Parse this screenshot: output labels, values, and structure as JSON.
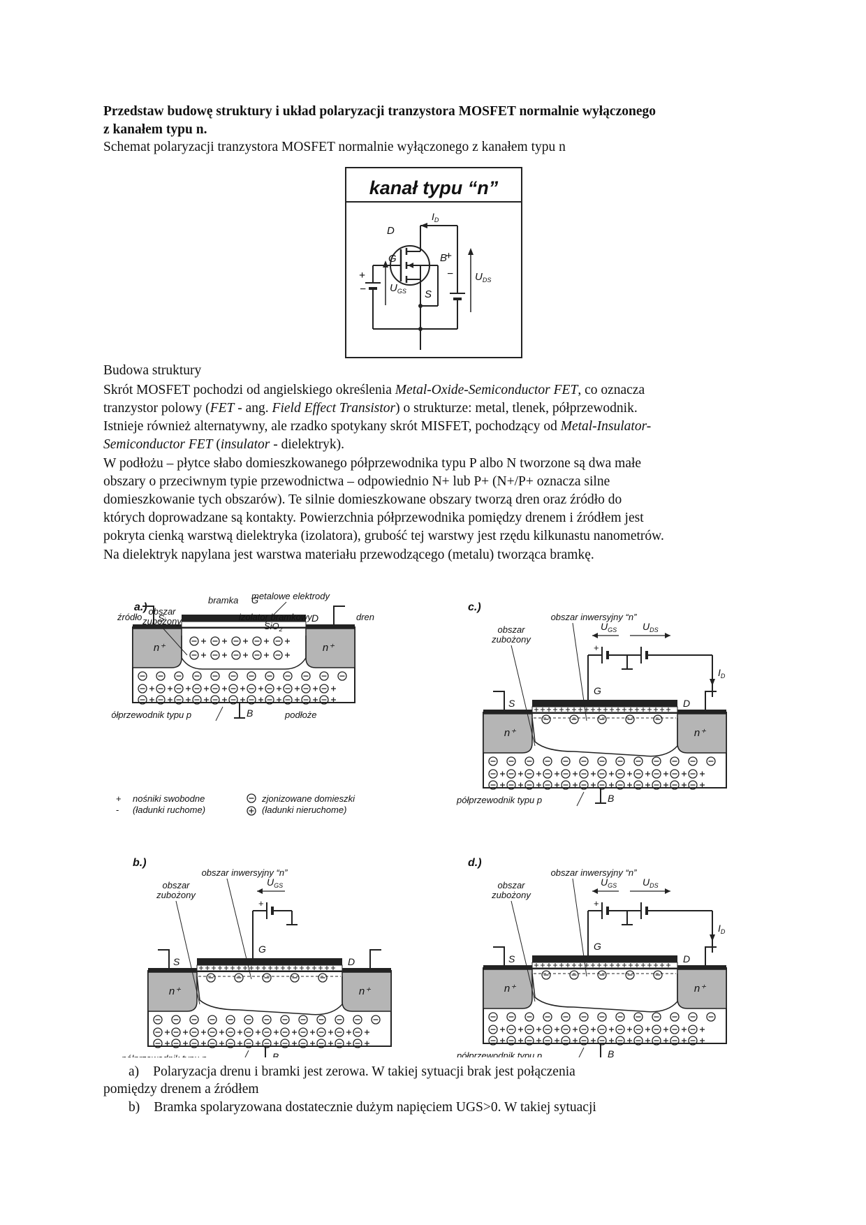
{
  "heading": {
    "line1": "Przedstaw budowę struktury i układ polaryzacji tranzystora MOSFET normalnie wyłączonego",
    "line2": "z kanałem typu n."
  },
  "scheme_caption": "Schemat polaryzacji tranzystora MOSFET normalnie wyłączonego z kanałem typu n",
  "circuit": {
    "title": "kanał typu “n”",
    "label_D": "D",
    "label_G": "G",
    "label_S": "S",
    "label_B": "B",
    "label_ID": "I",
    "label_ID_sub": "D",
    "label_UGS": "U",
    "label_UGS_sub": "GS",
    "label_UDS": "U",
    "label_UDS_sub": "DS",
    "plus": "+",
    "minus": "−"
  },
  "section_title": "Budowa struktury",
  "para1": {
    "l1a": "Skrót MOSFET pochodzi od angielskiego określenia ",
    "l1b": "Metal-Oxide-Semiconductor FET",
    "l1c": ", co oznacza",
    "l2a": "tranzystor polowy (",
    "l2b": "FET",
    "l2c": " - ang. ",
    "l2d": "Field Effect Transistor",
    "l2e": ") o strukturze: metal, tlenek, półprzewodnik.",
    "l3a": "Istnieje również alternatywny, ale rzadko spotykany skrót MISFET, pochodzący od ",
    "l3b": "Metal-Insulator-",
    "l4a": "Semiconductor FET",
    "l4b": " (",
    "l4c": "insulator",
    "l4d": " - dielektryk)."
  },
  "para2": [
    "W podłożu – płytce słabo domieszkowanego półprzewodnika typu P albo N tworzone są dwa małe",
    "obszary o przeciwnym typie przewodnictwa – odpowiednio N+ lub P+ (N+/P+ oznacza silne",
    "domieszkowanie tych obszarów). Te silnie domieszkowane obszary tworzą dren oraz źródło do",
    "których doprowadzane są kontakty. Powierzchnia półprzewodnika pomiędzy drenem i źródłem jest",
    "pokryta cienką warstwą dielektryka (izolatora), grubość tej warstwy jest rzędu kilkunastu nanometrów.",
    "Na dielektryk napylana jest warstwa materiału przewodzącego (metalu) tworząca bramkę."
  ],
  "figure": {
    "a": {
      "tag": "a.)",
      "electrodes": "metalowe elektrody",
      "depletion": [
        "obszar",
        "zubożony"
      ],
      "insulator": "izolator bramkowy",
      "sio2": "SiO",
      "sio2_sub": "2",
      "gate": "bramka",
      "source": "źródło",
      "drain": "dren",
      "S": "S",
      "G": "G",
      "D": "D",
      "B": "B",
      "nplus": "n⁺",
      "substrate": "półprzewodnik typu  p",
      "bulk": "podłoże"
    },
    "legend": {
      "carriers_l1": "nośniki swobodne",
      "carriers_l2": "(ładunki ruchome)",
      "ions_l1": "zjonizowane domieszki",
      "ions_l2": "(ładunki nieruchome)",
      "plus": "+",
      "minus": "-"
    },
    "b": {
      "tag": "b.)",
      "inversion": "obszar inwersyjny “n”",
      "depletion": [
        "obszar",
        "zubożony"
      ],
      "ugs": "U",
      "ugs_sub": "GS",
      "S": "S",
      "G": "G",
      "D": "D",
      "B": "B",
      "nplus": "n⁺",
      "substrate": "półprzewodnik typu  p",
      "plus": "+"
    },
    "c": {
      "tag": "c.)",
      "inversion": "obszar inwersyjny “n”",
      "depletion": [
        "obszar",
        "zubożony"
      ],
      "ugs": "U",
      "ugs_sub": "GS",
      "uds": "U",
      "uds_sub": "DS",
      "id": "I",
      "id_sub": "D",
      "S": "S",
      "G": "G",
      "D": "D",
      "B": "B",
      "nplus": "n⁺",
      "substrate": "półprzewodnik typu  p",
      "plus": "+"
    },
    "d": {
      "tag": "d.)",
      "inversion": "obszar inwersyjny “n”",
      "depletion": [
        "obszar",
        "zubożony"
      ],
      "ugs": "U",
      "ugs_sub": "GS",
      "uds": "U",
      "uds_sub": "DS",
      "id": "I",
      "id_sub": "D",
      "S": "S",
      "G": "G",
      "D": "D",
      "B": "B",
      "nplus": "n⁺",
      "substrate": "półprzewodnik typu  p",
      "plus": "+"
    }
  },
  "list": {
    "a_mark": "a)",
    "a_l1": "Polaryzacja drenu i bramki jest zerowa. W takiej sytuacji brak jest połączenia",
    "a_l2": "pomiędzy drenem a źródłem",
    "b_mark": "b)",
    "b_l1": "Bramka spolaryzowana dostatecznie dużym napięciem UGS>0. W takiej sytuacji"
  }
}
